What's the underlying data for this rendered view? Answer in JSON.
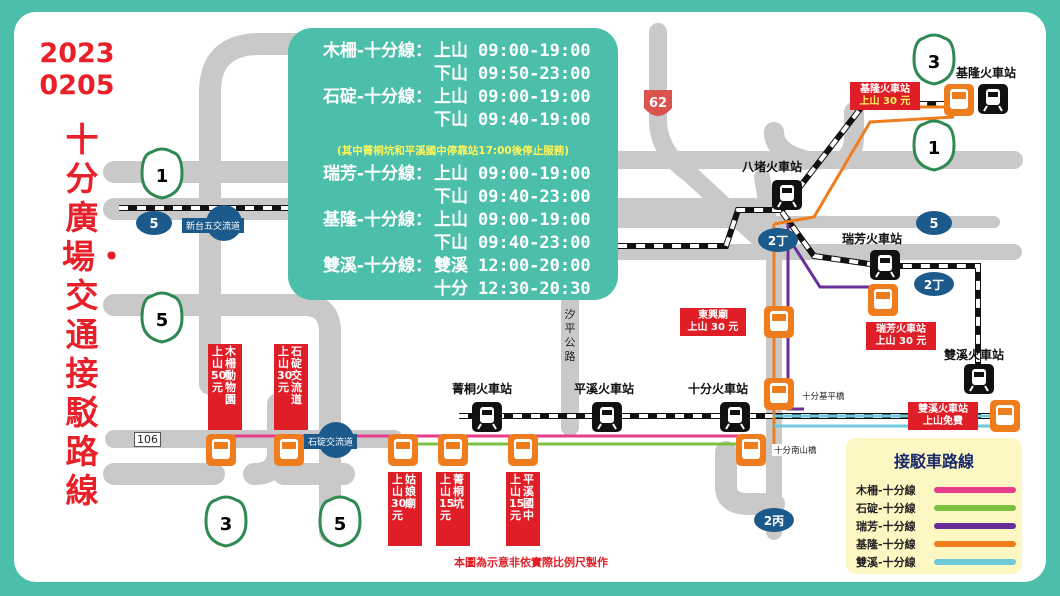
{
  "header": {
    "date_year": "2023",
    "date_md": "0205",
    "title": "十分廣場・交通接駁路線"
  },
  "schedule": [
    {
      "route": "木柵-十分線：",
      "dir": "上山",
      "time": "09:00-19:00"
    },
    {
      "route": "",
      "dir": "下山",
      "time": "09:50-23:00"
    },
    {
      "route": "石碇-十分線：",
      "dir": "上山",
      "time": "09:00-19:00"
    },
    {
      "route": "",
      "dir": "下山",
      "time": "09:40-19:00"
    },
    {
      "route": "瑞芳-十分線：",
      "dir": "上山",
      "time": "09:00-19:00"
    },
    {
      "route": "",
      "dir": "下山",
      "time": "09:40-23:00"
    },
    {
      "route": "基隆-十分線：",
      "dir": "上山",
      "time": "09:00-19:00"
    },
    {
      "route": "",
      "dir": "下山",
      "time": "09:40-23:00"
    },
    {
      "route": "雙溪-十分線：",
      "dir": "雙溪",
      "time": "12:00-20:00"
    },
    {
      "route": "",
      "dir": "十分",
      "time": "12:30-20:30"
    }
  ],
  "schedule_note": "(其中菁桐坑和平溪國中停靠站17:00後停止服務)",
  "stations": {
    "badu": "八堵火車站",
    "ruifang": "瑞芳火車站",
    "keelung": "基隆火車站",
    "shuangxi": "雙溪火車站",
    "jingtong": "菁桐火車站",
    "pingxi": "平溪火車站",
    "shifen": "十分火車站"
  },
  "roads": {
    "xintai": "新台五交流道",
    "shiding": "石碇交流道",
    "r106": "106",
    "xiping": "汐平公路",
    "jipin": "十分基平橋",
    "nanshan": "十分南山橋"
  },
  "route_shields": [
    "62",
    "1",
    "5",
    "3",
    "5",
    "3",
    "1",
    "2丁",
    "2丙"
  ],
  "fares": {
    "keelung_stn": "基隆火車站",
    "keelung_fare": "上山 30 元",
    "dongxing_stn": "東興廟",
    "dongxing_fare": "上山 30 元",
    "ruifang_stn": "瑞芳火車站",
    "ruifang_fare": "上山 30 元",
    "shuangxi_stn": "雙溪火車站",
    "shuangxi_fare": "上山免費"
  },
  "vfares": [
    {
      "fare": "上山50元",
      "stop": "木柵動物園"
    },
    {
      "fare": "上山30元",
      "stop": "石碇交流道"
    },
    {
      "fare": "上山30元",
      "stop": "姑娘廟"
    },
    {
      "fare": "上山15元",
      "stop": "菁桐坑"
    },
    {
      "fare": "上山15元",
      "stop": "平溪國中"
    }
  ],
  "legend": {
    "title": "接駁車路線",
    "items": [
      {
        "label": "木柵-十分線",
        "color": "#e73b8b"
      },
      {
        "label": "石碇-十分線",
        "color": "#7cc142"
      },
      {
        "label": "瑞芳-十分線",
        "color": "#6a2e9a"
      },
      {
        "label": "基隆-十分線",
        "color": "#ef7d1e"
      },
      {
        "label": "雙溪-十分線",
        "color": "#6ec9d8"
      }
    ]
  },
  "footnote": "本圖為示意非依實際比例尺製作"
}
